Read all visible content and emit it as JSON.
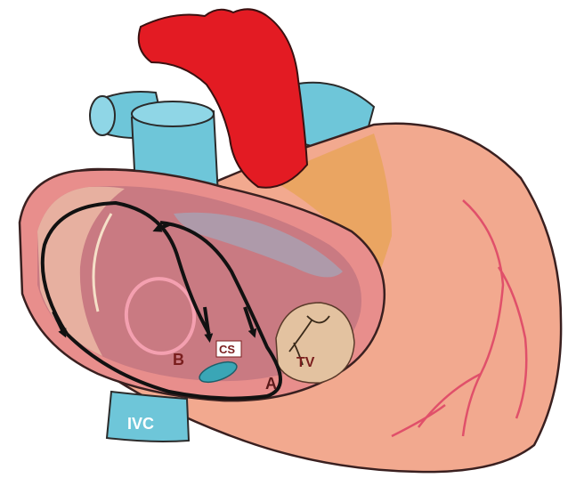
{
  "labels": {
    "ivc": "IVC",
    "cs": "CS",
    "tv": "TV",
    "a": "A",
    "b": "B"
  },
  "colors": {
    "aorta": "#e31b23",
    "vessels": "#6ec6d9",
    "heart_body": "#f2a98f",
    "atrium_inner": "#c97a82",
    "circuit": "#111111",
    "label_dark": "#7a1e1e",
    "coronary": "#e0506a",
    "fat": "#e9a45a"
  },
  "icons": [
    "aorta-shape",
    "superior-vena-cava-shape",
    "inferior-vena-cava-shape",
    "heart-outline",
    "reentry-circuit-arrows"
  ]
}
